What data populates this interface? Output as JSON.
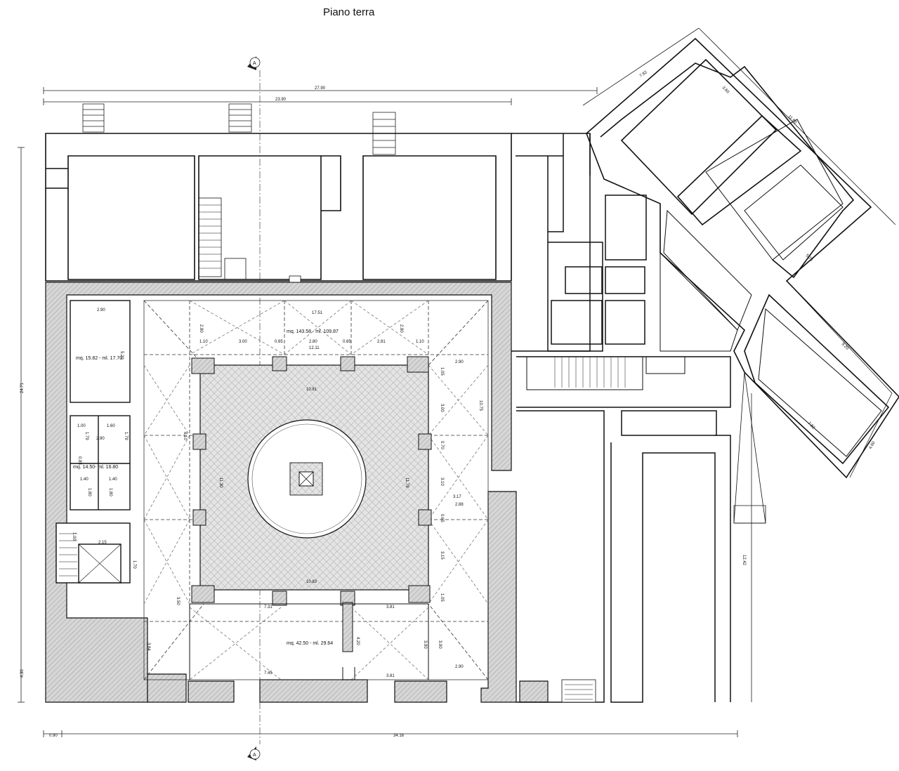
{
  "title": "Piano terra",
  "section_marker": "A",
  "overall_dimensions": {
    "top_outer": "27.90",
    "top_inner": "23.90",
    "bottom_total": "34.16",
    "bottom_left": "0.90",
    "left_side": "24.71",
    "left_lower": "4.30"
  },
  "room_labels": {
    "courtyard": "mq. 143.58 - ml. 109.87",
    "portico": "mq. 42.50 - ml. 29.64",
    "room_left_upper": "mq. 15.82 - ml. 17.70",
    "room_left_middle": "mq. 14.50- ml. 16.80"
  },
  "courtyard_dimensions": {
    "overall_width": "17.51",
    "inner_width": "12.11",
    "span_1": "1.10",
    "span_2": "3.00",
    "span_3": "0.65",
    "span_4": "2.80",
    "span_5": "0.65",
    "span_6": "2.81",
    "span_7": "1.10",
    "left_depth": "2.80",
    "right_depth": "2.80",
    "cloister_top": "10.81",
    "cloister_bottom": "10.83",
    "cloister_height_left": "11.30",
    "cloister_height_right": "11.78",
    "left_mid": "8.10",
    "right_total": "10.75",
    "right_1": "1.05",
    "right_2": "3.00",
    "right_3": "0.70",
    "right_4": "3.10",
    "right_5": "0.65",
    "right_6": "3.15",
    "right_7": "1.05",
    "offset_a": "2.90",
    "offset_b": "3.17",
    "offset_c": "2.88",
    "bottom_left_height": "3.50"
  },
  "portico_dimensions": {
    "width_left": "7.31",
    "width_right": "3.81",
    "width_left_bottom": "7.45",
    "width_right_bottom": "3.81",
    "height_left": "3.84",
    "height_mid": "4.20",
    "height_right_a": "3.90",
    "height_right_b": "3.90",
    "right_offset": "2.90"
  },
  "left_rooms_dimensions": {
    "upper_width": "2.90",
    "upper_height": "5.20",
    "middle_a": "1.00",
    "middle_b": "1.60",
    "middle_c": "1.79",
    "middle_d": "1.79",
    "middle_e": "2.90",
    "middle_f": "1.40",
    "middle_g": "1.40",
    "middle_h": "1.80",
    "middle_i": "1.80",
    "middle_j": "0.85",
    "stair_a": "1.00",
    "stair_b": "2.15",
    "stair_c": "1.70"
  },
  "wing_dimensions": {
    "wing_a": "7.82",
    "wing_b": "3.60",
    "wing_c": "11.60",
    "wing_d": "5.75",
    "wing_e": "9.20",
    "wing_f": "7.82",
    "wing_g": "4.60",
    "right_side": "12.42"
  }
}
